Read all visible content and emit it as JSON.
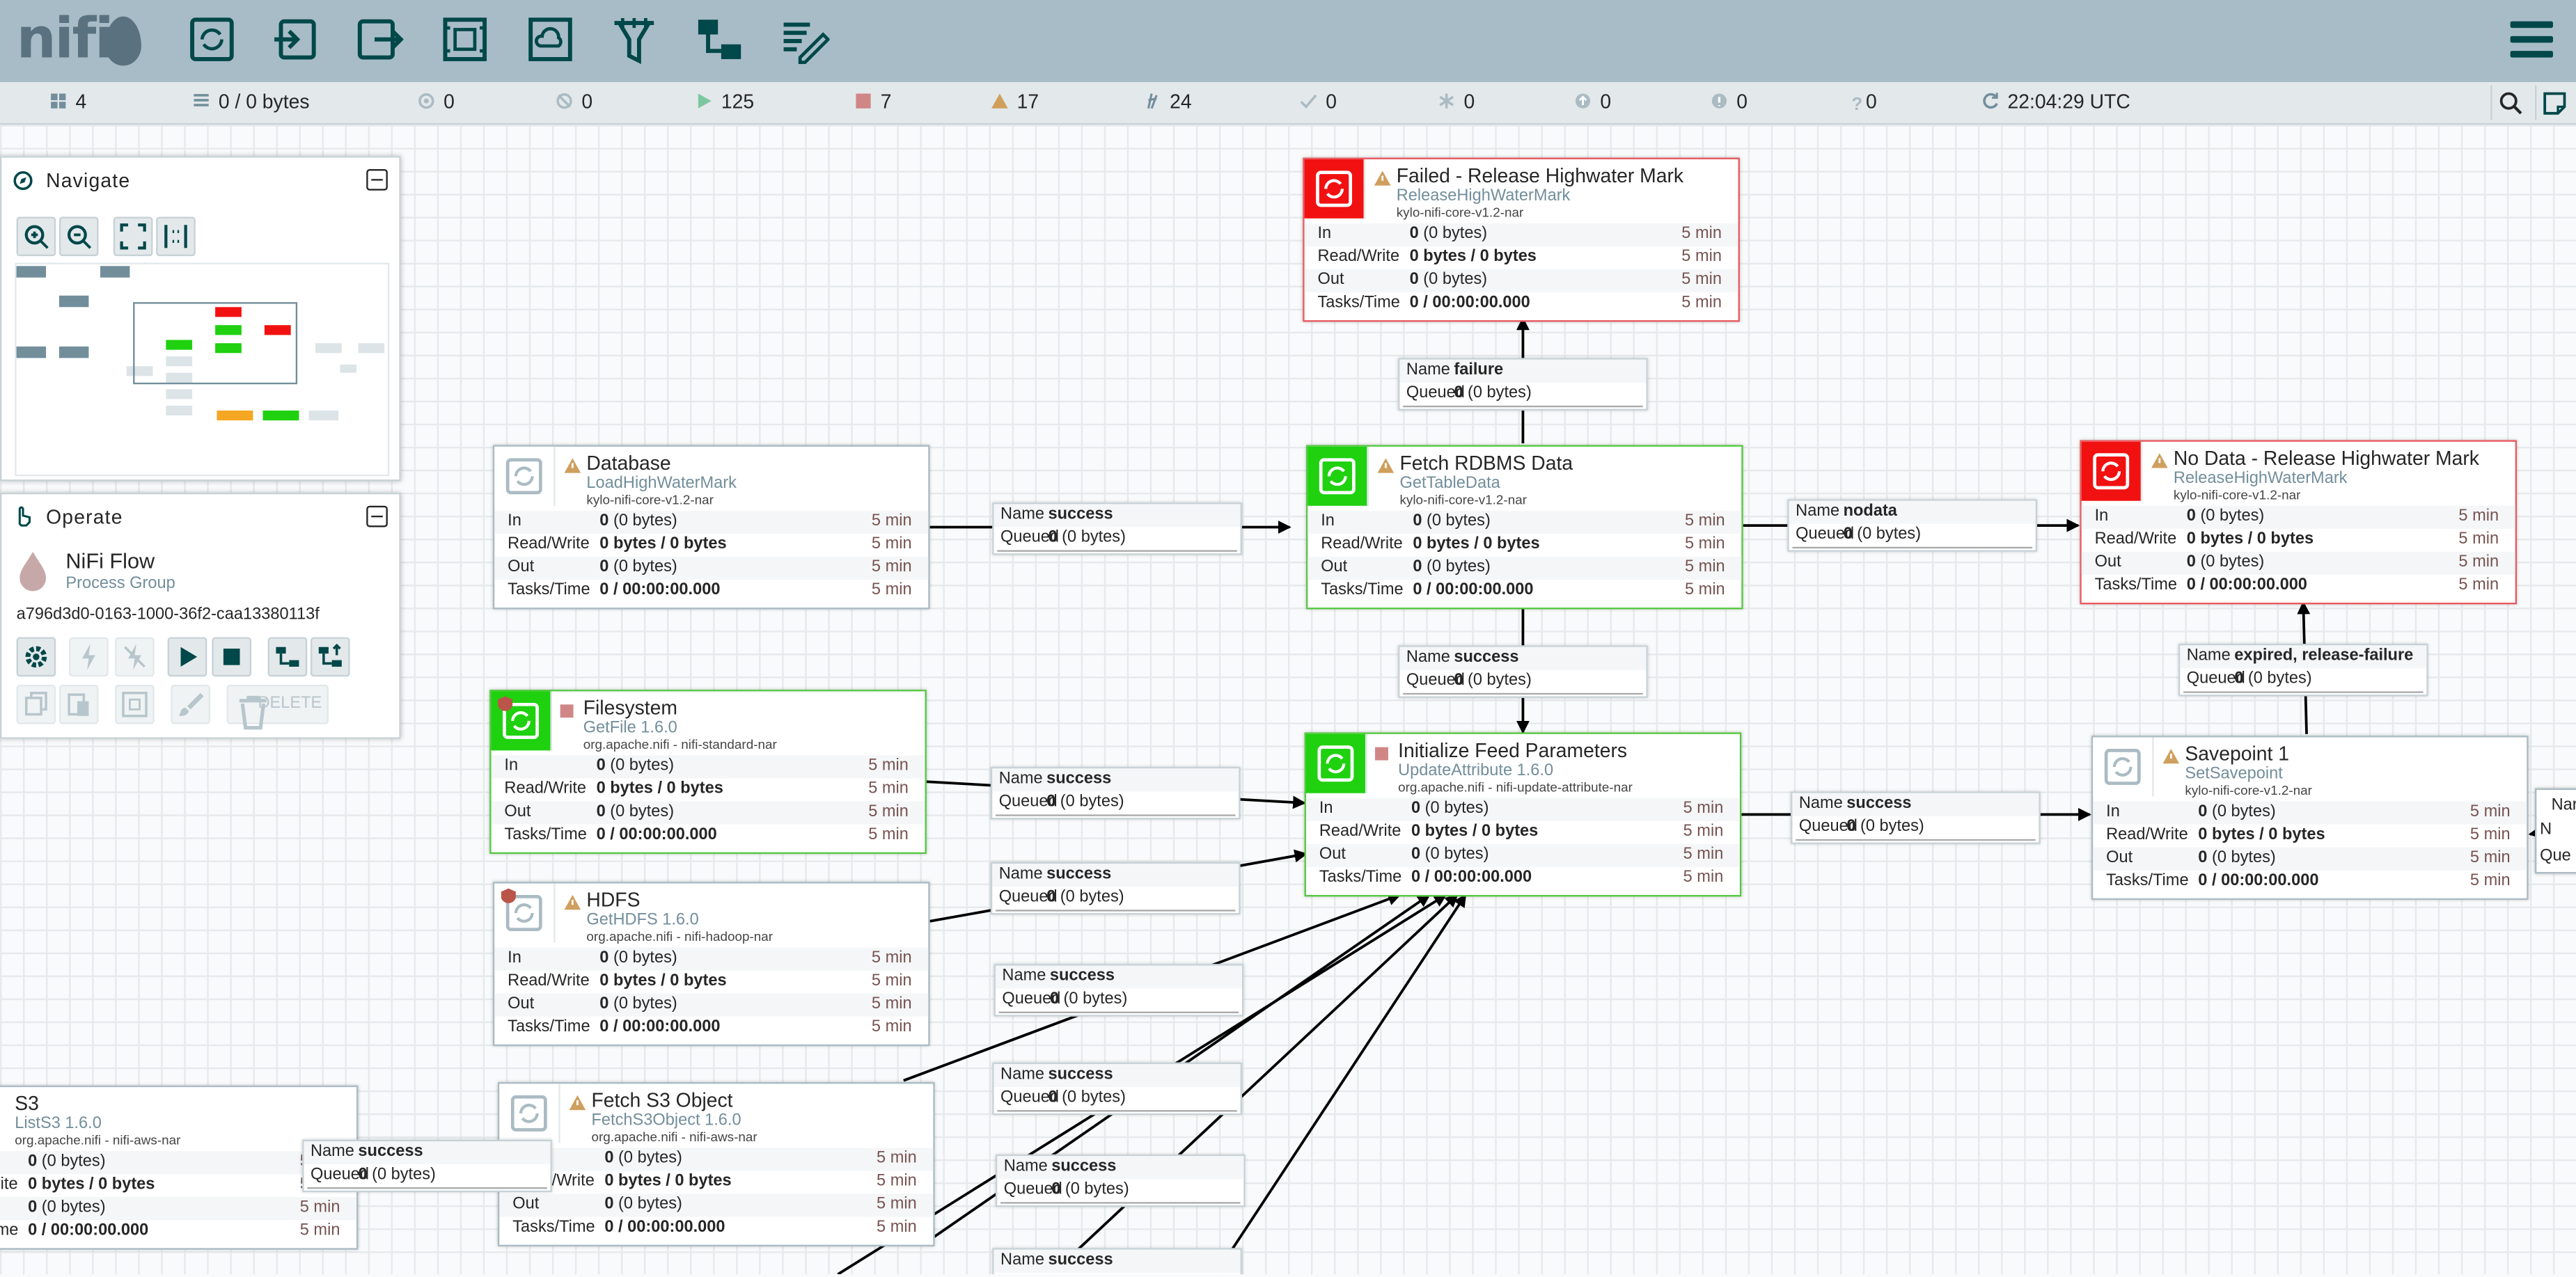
{
  "header": {
    "logo_text": "nifi",
    "toolbar": [
      "processor-icon",
      "input-port-icon",
      "output-port-icon",
      "process-group-icon",
      "remote-process-group-icon",
      "funnel-icon",
      "template-icon",
      "label-icon"
    ]
  },
  "status": {
    "transmitting": "4",
    "queued": "0 / 0 bytes",
    "transmitting_rpg": "0",
    "not_transmitting_rpg": "0",
    "running": "125",
    "stopped": "7",
    "invalid": "17",
    "disabled": "24",
    "up_to_date": "0",
    "locally_modified": "0",
    "stale": "0",
    "locally_modified_stale": "0",
    "sync_failure": "0",
    "time": "22:04:29 UTC"
  },
  "navigate": {
    "title": "Navigate"
  },
  "operate": {
    "title": "Operate",
    "name": "NiFi Flow",
    "type": "Process Group",
    "id": "a796d3d0-0163-1000-36f2-caa13380113f",
    "delete_label": "DELETE"
  },
  "row_labels": {
    "in": "In",
    "rw": "Read/Write",
    "out": "Out",
    "tasks": "Tasks/Time",
    "name": "Name",
    "queued": "Queued"
  },
  "processors": [
    {
      "name": "Failed - Release Highwater Mark",
      "type": "ReleaseHighWaterMark",
      "bundle": "kylo-nifi-core-v1.2-nar",
      "in_a": "0",
      "in_b": " (0 bytes)",
      "rw": "0 bytes / 0 bytes",
      "out_a": "0",
      "out_b": " (0 bytes)",
      "tasks": "0 / 00:00:00.000",
      "t": "5 min"
    },
    {
      "name": "Database",
      "type": "LoadHighWaterMark",
      "bundle": "kylo-nifi-core-v1.2-nar",
      "in_a": "0",
      "in_b": " (0 bytes)",
      "rw": "0 bytes / 0 bytes",
      "out_a": "0",
      "out_b": " (0 bytes)",
      "tasks": "0 / 00:00:00.000",
      "t": "5 min"
    },
    {
      "name": "Fetch RDBMS Data",
      "type": "GetTableData",
      "bundle": "kylo-nifi-core-v1.2-nar",
      "in_a": "0",
      "in_b": " (0 bytes)",
      "rw": "0 bytes / 0 bytes",
      "out_a": "0",
      "out_b": " (0 bytes)",
      "tasks": "0 / 00:00:00.000",
      "t": "5 min"
    },
    {
      "name": "No Data - Release Highwater Mark",
      "type": "ReleaseHighWaterMark",
      "bundle": "kylo-nifi-core-v1.2-nar",
      "in_a": "0",
      "in_b": " (0 bytes)",
      "rw": "0 bytes / 0 bytes",
      "out_a": "0",
      "out_b": " (0 bytes)",
      "tasks": "0 / 00:00:00.000",
      "t": "5 min"
    },
    {
      "name": "Filesystem",
      "type": "GetFile 1.6.0",
      "bundle": "org.apache.nifi - nifi-standard-nar",
      "in_a": "0",
      "in_b": " (0 bytes)",
      "rw": "0 bytes / 0 bytes",
      "out_a": "0",
      "out_b": " (0 bytes)",
      "tasks": "0 / 00:00:00.000",
      "t": "5 min"
    },
    {
      "name": "Initialize Feed Parameters",
      "type": "UpdateAttribute 1.6.0",
      "bundle": "org.apache.nifi - nifi-update-attribute-nar",
      "in_a": "0",
      "in_b": " (0 bytes)",
      "rw": "0 bytes / 0 bytes",
      "out_a": "0",
      "out_b": " (0 bytes)",
      "tasks": "0 / 00:00:00.000",
      "t": "5 min"
    },
    {
      "name": "Savepoint 1",
      "type": "SetSavepoint",
      "bundle": "kylo-nifi-core-v1.2-nar",
      "in_a": "0",
      "in_b": " (0 bytes)",
      "rw": "0 bytes / 0 bytes",
      "out_a": "0",
      "out_b": " (0 bytes)",
      "tasks": "0 / 00:00:00.000",
      "t": "5 min"
    },
    {
      "name": "HDFS",
      "type": "GetHDFS 1.6.0",
      "bundle": "org.apache.nifi - nifi-hadoop-nar",
      "in_a": "0",
      "in_b": " (0 bytes)",
      "rw": "0 bytes / 0 bytes",
      "out_a": "0",
      "out_b": " (0 bytes)",
      "tasks": "0 / 00:00:00.000",
      "t": "5 min"
    },
    {
      "name": "Fetch S3 Object",
      "type": "FetchS3Object 1.6.0",
      "bundle": "org.apache.nifi - nifi-aws-nar",
      "in_a": "0",
      "in_b": " (0 bytes)",
      "rw": "0 bytes / 0 bytes",
      "out_a": "0",
      "out_b": " (0 bytes)",
      "tasks": "0 / 00:00:00.000",
      "t": "5 min"
    },
    {
      "name": "S3",
      "type": "ListS3 1.6.0",
      "bundle": "org.apache.nifi - nifi-aws-nar",
      "in_a": "0",
      "in_b": " (0 bytes)",
      "rw": "0 bytes / 0 bytes",
      "out_a": "0",
      "out_b": " (0 bytes)",
      "tasks": "0 / 00:00:00.000",
      "t": "5 min"
    }
  ],
  "connections": [
    {
      "name": "failure",
      "queued_a": "0",
      "queued_b": " (0 bytes)"
    },
    {
      "name": "success",
      "queued_a": "0",
      "queued_b": " (0 bytes)"
    },
    {
      "name": "nodata",
      "queued_a": "0",
      "queued_b": " (0 bytes)"
    },
    {
      "name": "success",
      "queued_a": "0",
      "queued_b": " (0 bytes)"
    },
    {
      "name": "expired, release-failure",
      "queued_a": "0",
      "queued_b": " (0 bytes)"
    },
    {
      "name": "success",
      "queued_a": "0",
      "queued_b": " (0 bytes)"
    },
    {
      "name": "success",
      "queued_a": "0",
      "queued_b": " (0 bytes)"
    },
    {
      "name": "success",
      "queued_a": "0",
      "queued_b": " (0 bytes)"
    },
    {
      "name": "success",
      "queued_a": "0",
      "queued_b": " (0 bytes)"
    },
    {
      "name": "success",
      "queued_a": "0",
      "queued_b": " (0 bytes)"
    },
    {
      "name": "success",
      "queued_a": "0",
      "queued_b": " (0 bytes)"
    },
    {
      "name": "success",
      "queued_a": "0",
      "queued_b": " (0 bytes)"
    },
    {
      "name": "success",
      "queued_a": "",
      "queued_b": ""
    }
  ],
  "partial_right": {
    "name_fragment": "Nar",
    "queued_fragment": "Que",
    "n_fragment": "N"
  },
  "colors": {
    "header": "#a8bcc8",
    "running": "#1fd10f",
    "error": "#f21111",
    "accent": "#004849",
    "invalid": "#cf9f5d"
  }
}
